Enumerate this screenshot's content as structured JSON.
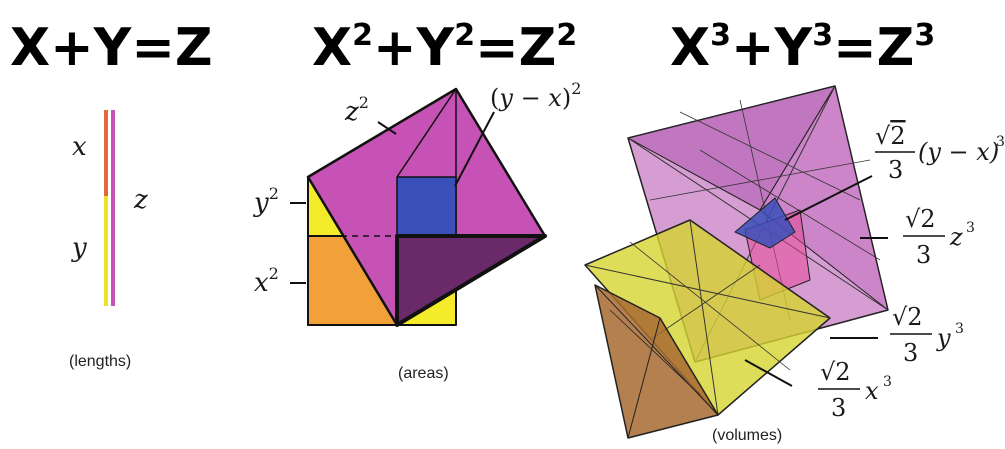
{
  "titles": {
    "linear": {
      "a": "X",
      "plus": "+",
      "b": "Y",
      "eq": "=",
      "c": "Z"
    },
    "squares": {
      "a": "X",
      "p": "2",
      "plus": "+",
      "b": "Y",
      "eq": "=",
      "c": "Z"
    },
    "cubes": {
      "a": "X",
      "p": "3",
      "plus": "+",
      "b": "Y",
      "eq": "=",
      "c": "Z"
    }
  },
  "lengths": {
    "x": "x",
    "y": "y",
    "z": "z",
    "caption": "(lengths)"
  },
  "areas": {
    "z": "z",
    "y": "y",
    "x": "x",
    "exp": "2",
    "diff_open": "(",
    "diff_body": "y − x",
    "diff_close": ")",
    "caption": "(areas)"
  },
  "volumes": {
    "sqrt": "√",
    "two": "2",
    "three": "3",
    "exp": "3",
    "diff": "(y − x)",
    "z": "z",
    "y": "y",
    "x": "x",
    "caption": "(volumes)"
  },
  "colors": {
    "x": "#f2a13a",
    "y": "#f2ec2a",
    "z": "#c652b5",
    "diff": "#3a4fb8",
    "dark": "#6a2a6a"
  }
}
